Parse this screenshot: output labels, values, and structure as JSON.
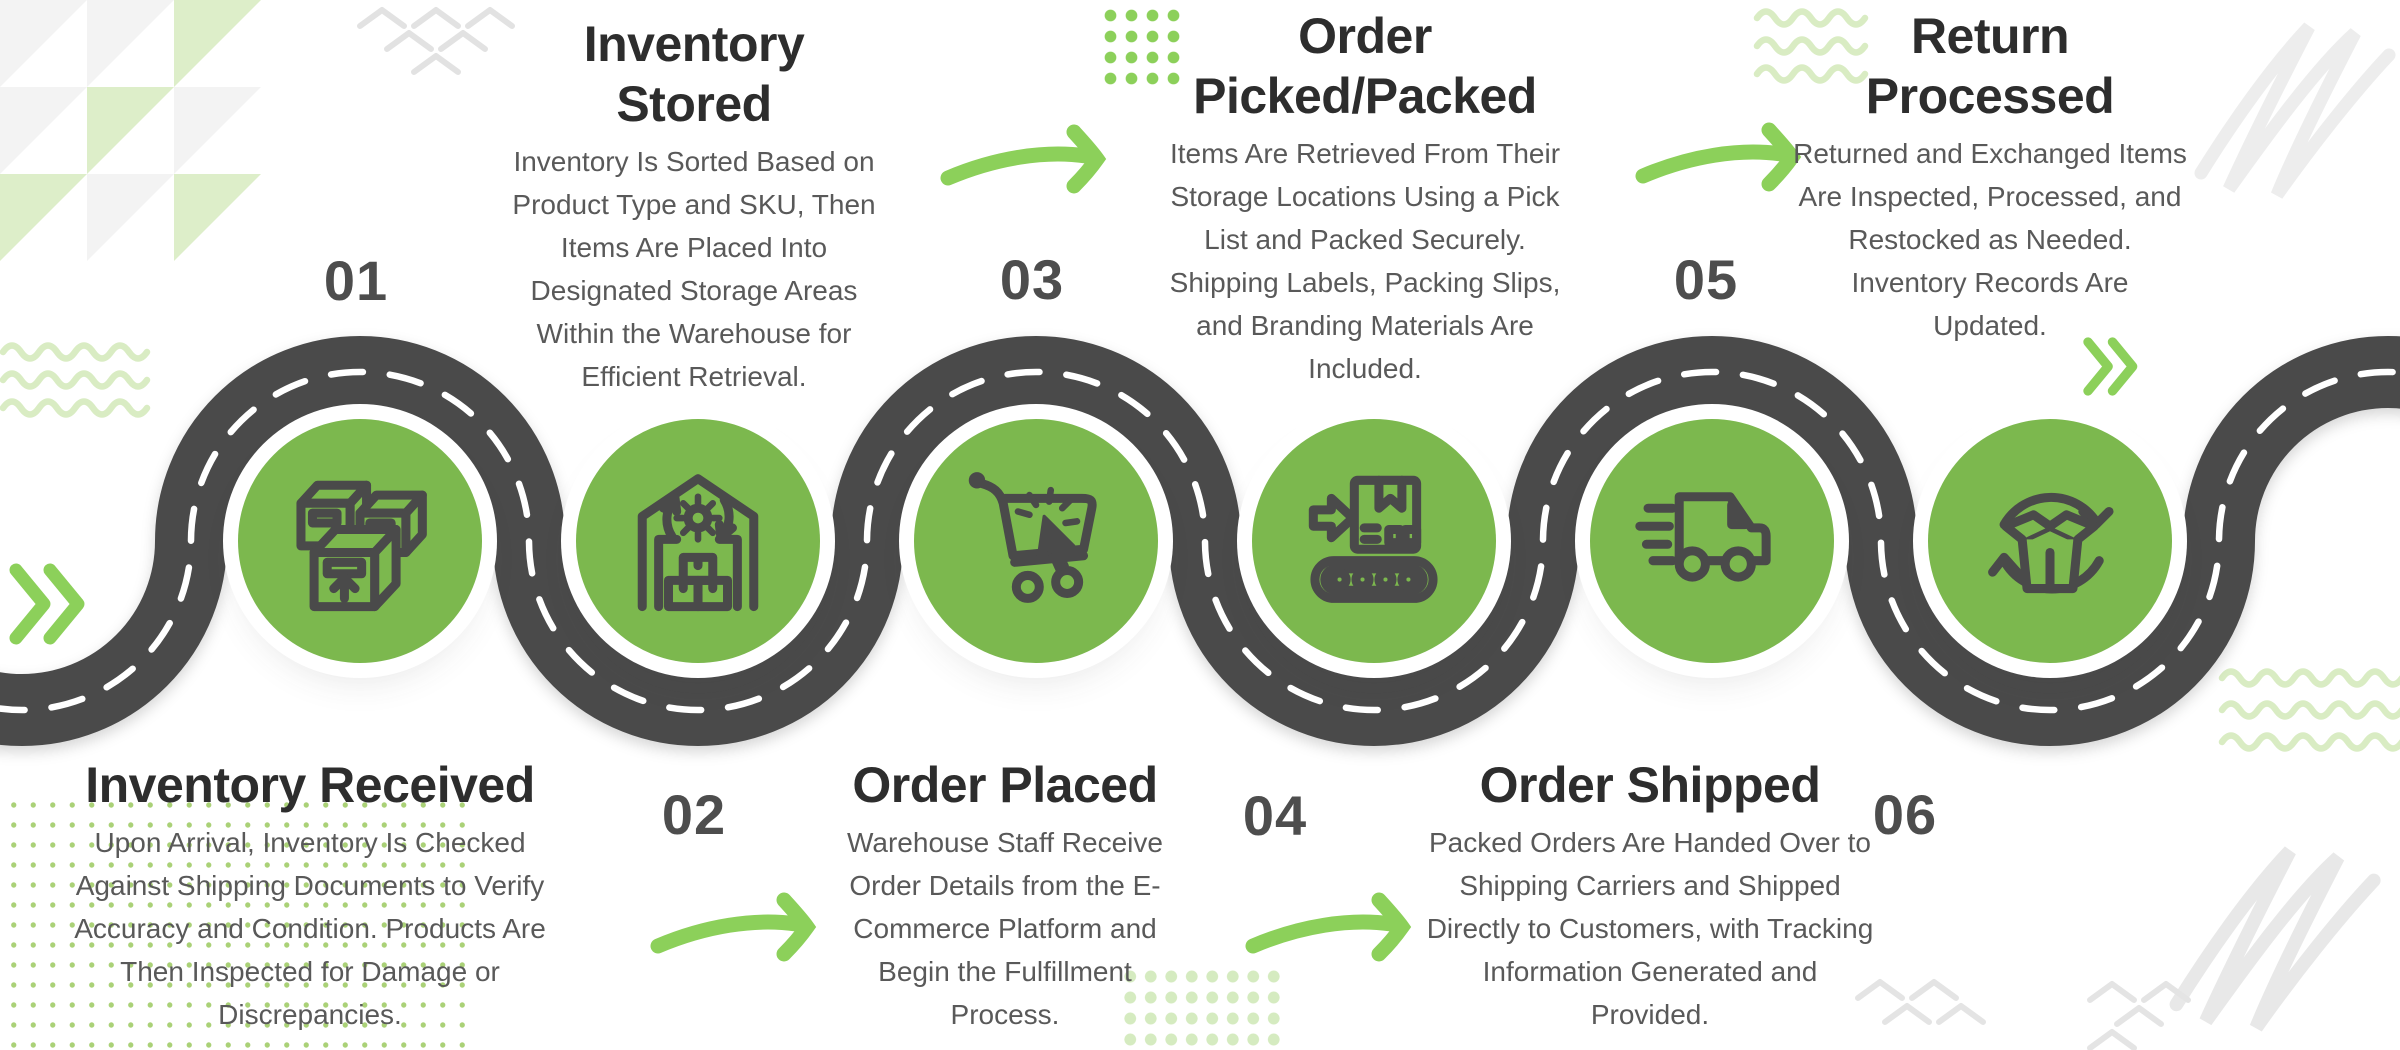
{
  "colors": {
    "road": "#4a4a4a",
    "circle_green": "#7cb84e",
    "accent_green": "#8cd05a",
    "pale_green": "#d9ecc3",
    "title_text": "#2d2d2d",
    "body_text": "#595959",
    "number_text": "#4d4d4d",
    "deco_gray": "#e7e7e7"
  },
  "steps": [
    {
      "number": "01",
      "title": "Inventory Received",
      "description": [
        "Upon Arrival, Inventory Is Checked",
        "Against Shipping Documents to Verify",
        "Accuracy and Condition. Products Are",
        "Then Inspected for Damage or",
        "Discrepancies."
      ],
      "icon": "stacked-boxes"
    },
    {
      "number": "02",
      "title": [
        "Inventory",
        "Stored"
      ],
      "description": [
        "Inventory Is Sorted Based on",
        "Product Type and SKU, Then",
        "Items Are Placed Into",
        "Designated Storage Areas",
        "Within the Warehouse for",
        "Efficient Retrieval."
      ],
      "icon": "warehouse-sorting"
    },
    {
      "number": "03",
      "title": "Order Placed",
      "description": [
        "Warehouse Staff Receive",
        "Order Details from the E-",
        "Commerce Platform and",
        "Begin the Fulfillment",
        "Process."
      ],
      "icon": "cart-click"
    },
    {
      "number": "04",
      "title": [
        "Order",
        "Picked/Packed"
      ],
      "description": [
        "Items Are Retrieved From Their",
        "Storage Locations Using a Pick",
        "List and Packed Securely.",
        "Shipping Labels, Packing Slips,",
        "and Branding Materials Are",
        "Included."
      ],
      "icon": "conveyor-box"
    },
    {
      "number": "05",
      "title": "Order Shipped",
      "description": [
        "Packed Orders Are Handed Over to",
        "Shipping Carriers and Shipped",
        "Directly to Customers, with Tracking",
        "Information Generated and",
        "Provided."
      ],
      "icon": "delivery-truck"
    },
    {
      "number": "06",
      "title": [
        "Return",
        "Processed"
      ],
      "description": [
        "Returned and Exchanged Items",
        "Are Inspected, Processed, and",
        "Restocked as Needed.",
        "Inventory Records Are",
        "Updated."
      ],
      "icon": "return-box"
    }
  ]
}
